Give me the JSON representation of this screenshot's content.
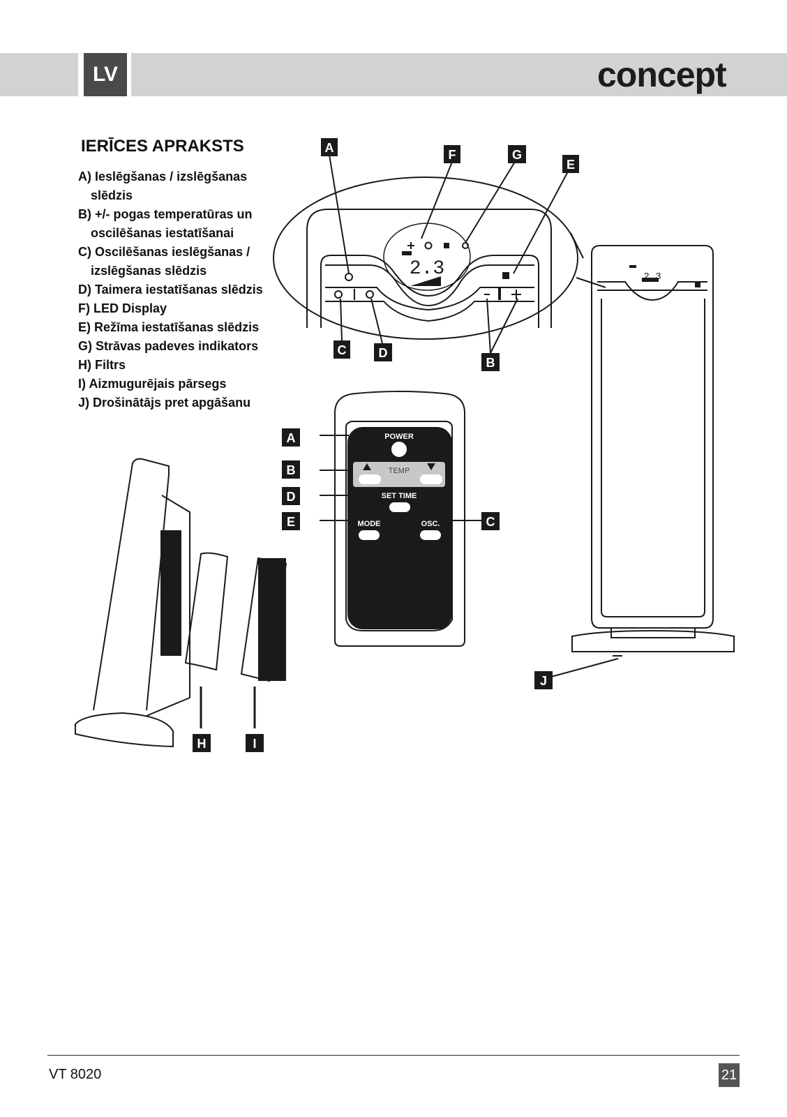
{
  "header": {
    "language_code": "LV",
    "brand": "concept"
  },
  "section": {
    "title": "IERĪCES APRAKSTS",
    "items": [
      "A) Ieslēgšanas / izslēgšanas slēdzis",
      "B) +/- pogas temperatūras un oscilēšanas iestatīšanai",
      "C) Oscilēšanas ieslēgšanas / izslēgšanas slēdzis",
      "D) Taimera iestatīšanas slēdzis",
      "F) LED Display",
      "E) Režīma iestatīšanas slēdzis",
      "G) Strāvas padeves indikators",
      "H) Filtrs",
      "I) Aizmugurējais pārsegs",
      "J) Drošinātājs pret apgāšanu"
    ]
  },
  "diagram": {
    "display_value": "2.3",
    "callouts": [
      "A",
      "F",
      "G",
      "E",
      "C",
      "D",
      "B",
      "A",
      "B",
      "D",
      "E",
      "C",
      "J",
      "H",
      "I"
    ],
    "remote_labels": {
      "power": "POWER",
      "temp": "TEMP",
      "set_time": "SET TIME",
      "mode": "MODE",
      "osc": "OSC."
    }
  },
  "footer": {
    "model": "VT 8020",
    "page": "21"
  }
}
